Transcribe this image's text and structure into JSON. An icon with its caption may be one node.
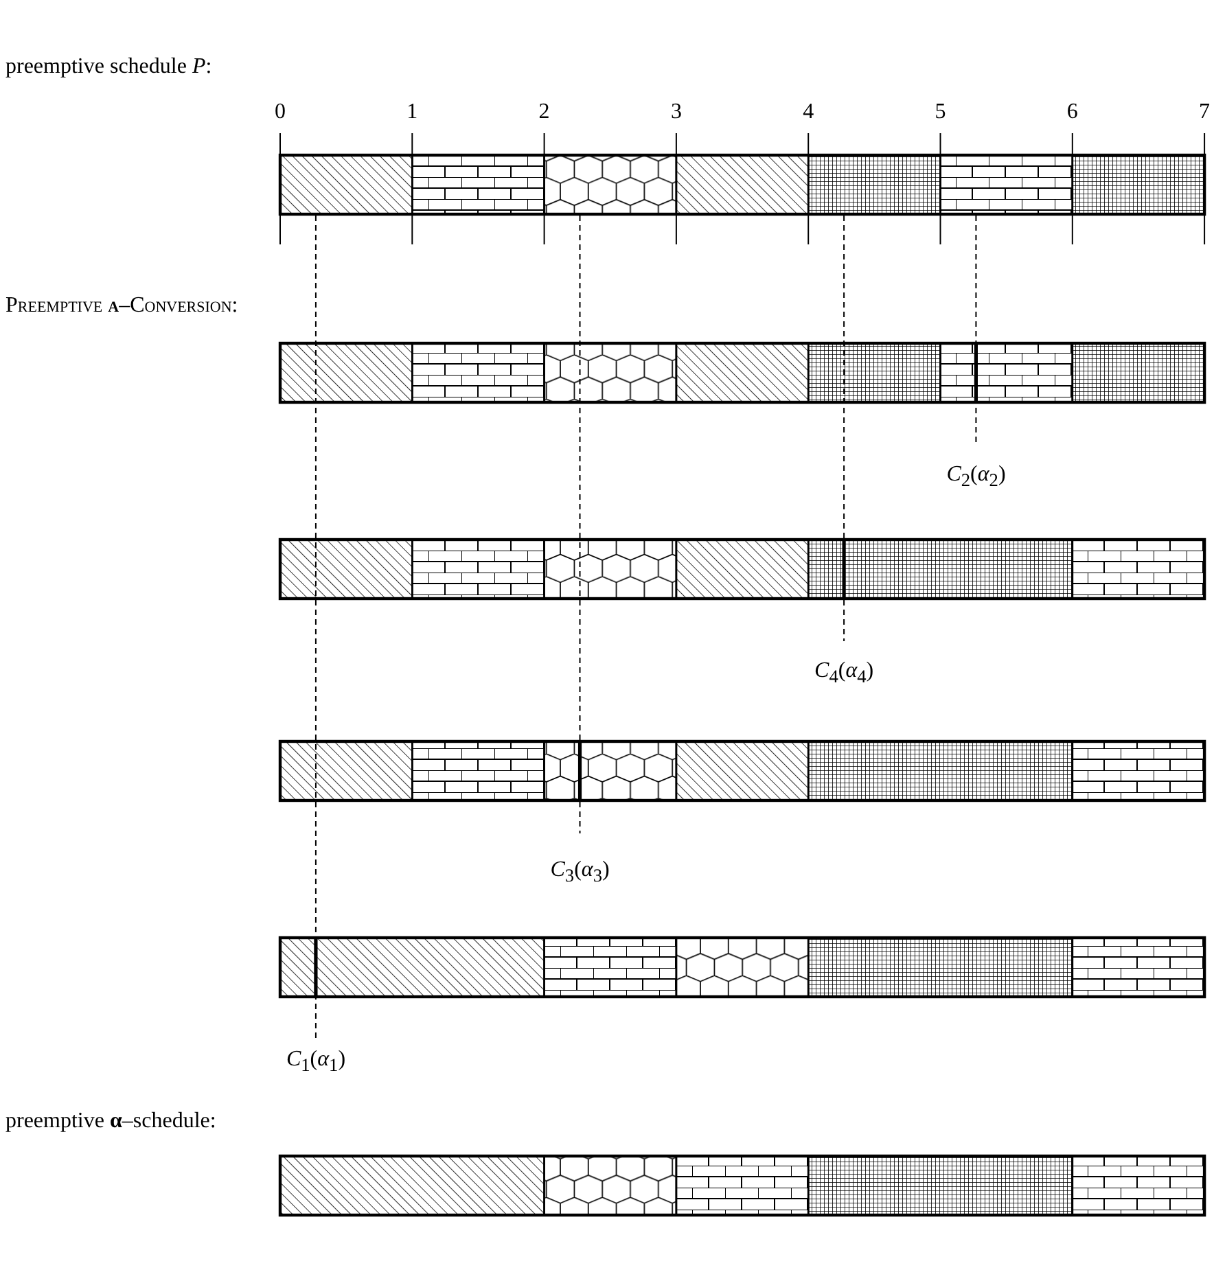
{
  "diagram": {
    "labels": [
      "preemptive schedule *P*:",
      "0",
      "1",
      "2",
      "3",
      "4",
      "5",
      "6",
      "7",
      "Preemptive **α**–Conversion:",
      "*C*$_{2}$(*α*$_{2}$)",
      "*C*$_{4}$(*α*$_{4}$)",
      "*C*$_{3}$(*α*$_{3}$)",
      "*C*$_{1}$(*α*$_{1}$)",
      "preemptive **α**–schedule:"
    ]
  }
}
